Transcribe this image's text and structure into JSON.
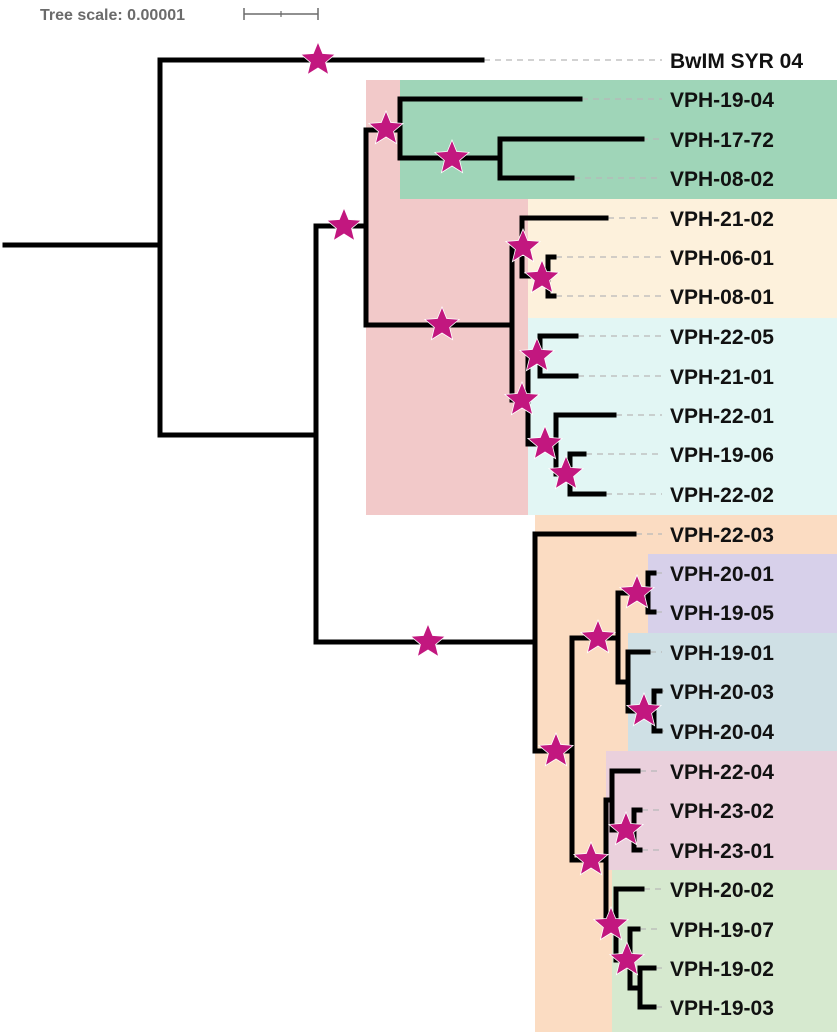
{
  "scale": {
    "label": "Tree scale: 0.00001"
  },
  "colors": {
    "branch": "#000000",
    "star": "#c2177f",
    "leader": "#b8b8b8",
    "clade_pink": "#f2c9c9",
    "clade_green": "#9fd5b8",
    "clade_cream": "#fdf1dc",
    "clade_cyan": "#e2f6f4",
    "clade_orange": "#fbdcc2",
    "clade_purple": "#d7d0ea",
    "clade_blue": "#cfe0e5",
    "clade_mauve": "#ead0dc",
    "clade_lightgreen": "#d6e9cf"
  },
  "leaves": [
    "BwIM SYR 04",
    "VPH-19-04",
    "VPH-17-72",
    "VPH-08-02",
    "VPH-21-02",
    "VPH-06-01",
    "VPH-08-01",
    "VPH-22-05",
    "VPH-21-01",
    "VPH-22-01",
    "VPH-19-06",
    "VPH-22-02",
    "VPH-22-03",
    "VPH-20-01",
    "VPH-19-05",
    "VPH-19-01",
    "VPH-20-03",
    "VPH-20-04",
    "VPH-22-04",
    "VPH-23-02",
    "VPH-23-01",
    "VPH-20-02",
    "VPH-19-07",
    "VPH-19-02",
    "VPH-19-03"
  ]
}
